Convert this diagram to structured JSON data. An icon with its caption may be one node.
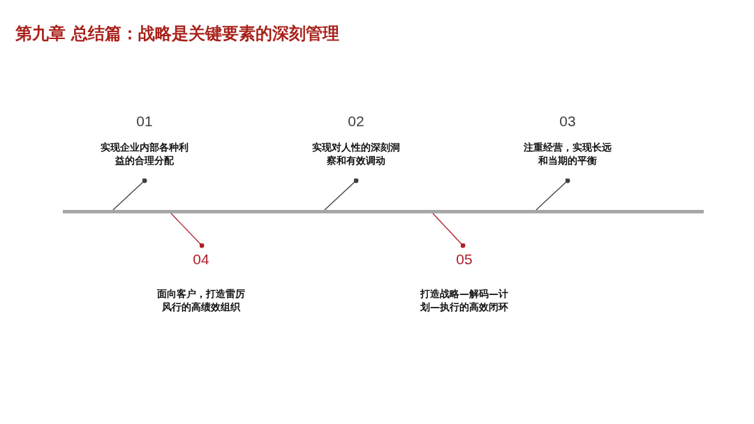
{
  "diagram": {
    "title": "第九章 总结篇：战略是关键要素的深刻管理",
    "nodes": [
      {
        "text": [],
        "shape": "bar"
      },
      {
        "text": [
          "01",
          "实现企业内部各种利益的合理分配"
        ]
      },
      {
        "text": [
          "02",
          "实现对人性的深刻洞察和有效调动"
        ]
      },
      {
        "text": [
          "03",
          "注重经营，实现长远和当期的平衡"
        ]
      },
      {
        "text": [
          "04",
          "面向客户，打造雷厉风行的高绩效组织"
        ]
      },
      {
        "text": [
          "05",
          "打造战略—解码—计划—执行的高效闭环"
        ]
      }
    ],
    "edges": [
      {
        "from": 1,
        "to": 0,
        "arrow": "other"
      },
      {
        "from": 2,
        "to": 0,
        "arrow": "other"
      },
      {
        "from": 3,
        "to": 0,
        "arrow": "other"
      },
      {
        "from": 4,
        "to": 0,
        "arrow": "other",
        "color": "#b0202a"
      },
      {
        "from": 5,
        "to": 0,
        "arrow": "other",
        "color": "#b0202a"
      }
    ]
  }
}
